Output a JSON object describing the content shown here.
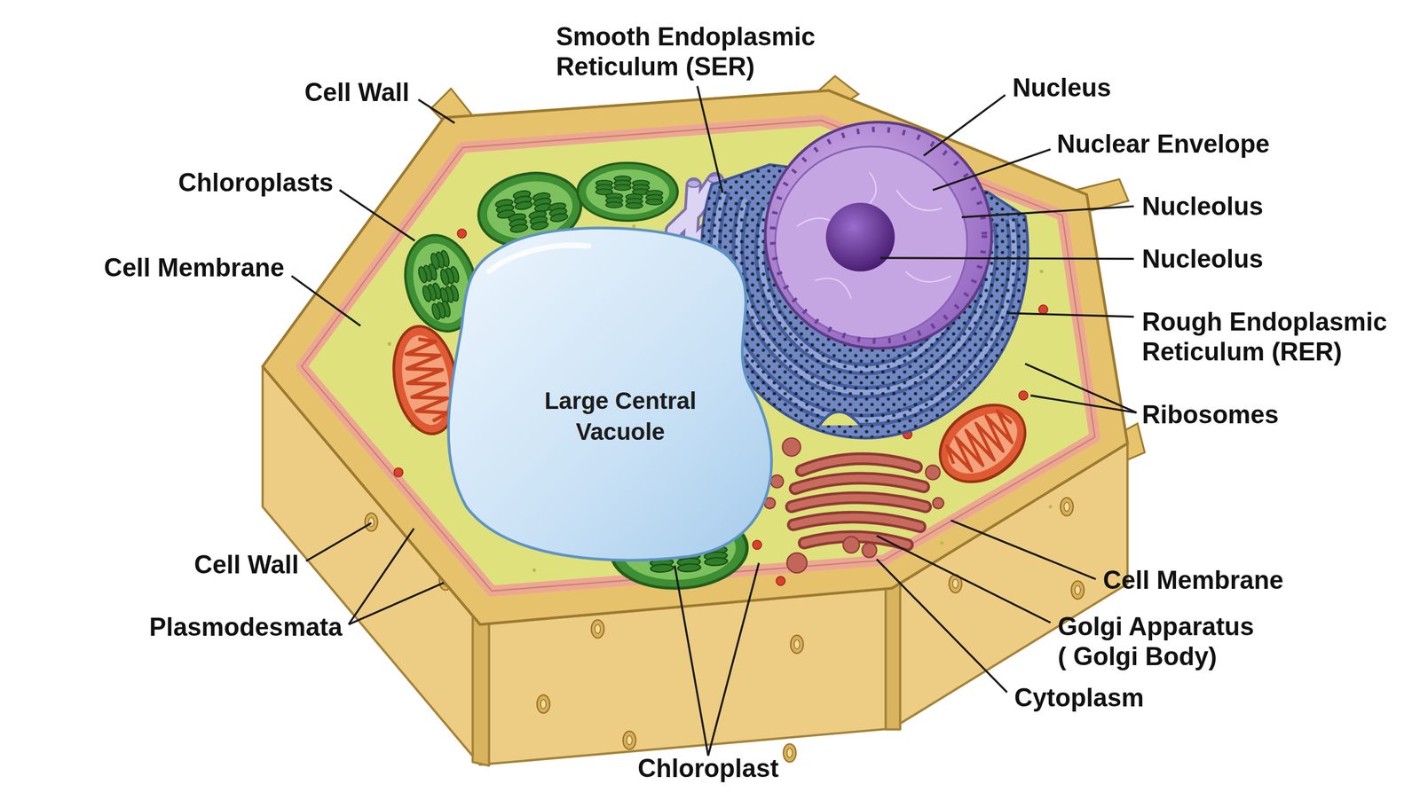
{
  "diagram": {
    "nodes": [
      {
        "text": [
          "Large Central Vacuole"
        ]
      }
    ],
    "labels": [
      "Smooth Endoplasmic Reticulum (SER)",
      "Cell Wall",
      "Nucleus",
      "Nuclear Envelope",
      "Chloroplasts",
      "Nucleolus",
      "Nucleolus",
      "Cell Membrane",
      "Rough Endoplasmic Reticulum (RER)",
      "Ribosomes",
      "Cell Wall",
      "Cell Membrane",
      "Plasmodesmata",
      "Golgi Apparatus ( Golgi Body)",
      "Cytoplasm",
      "Chloroplast"
    ]
  }
}
